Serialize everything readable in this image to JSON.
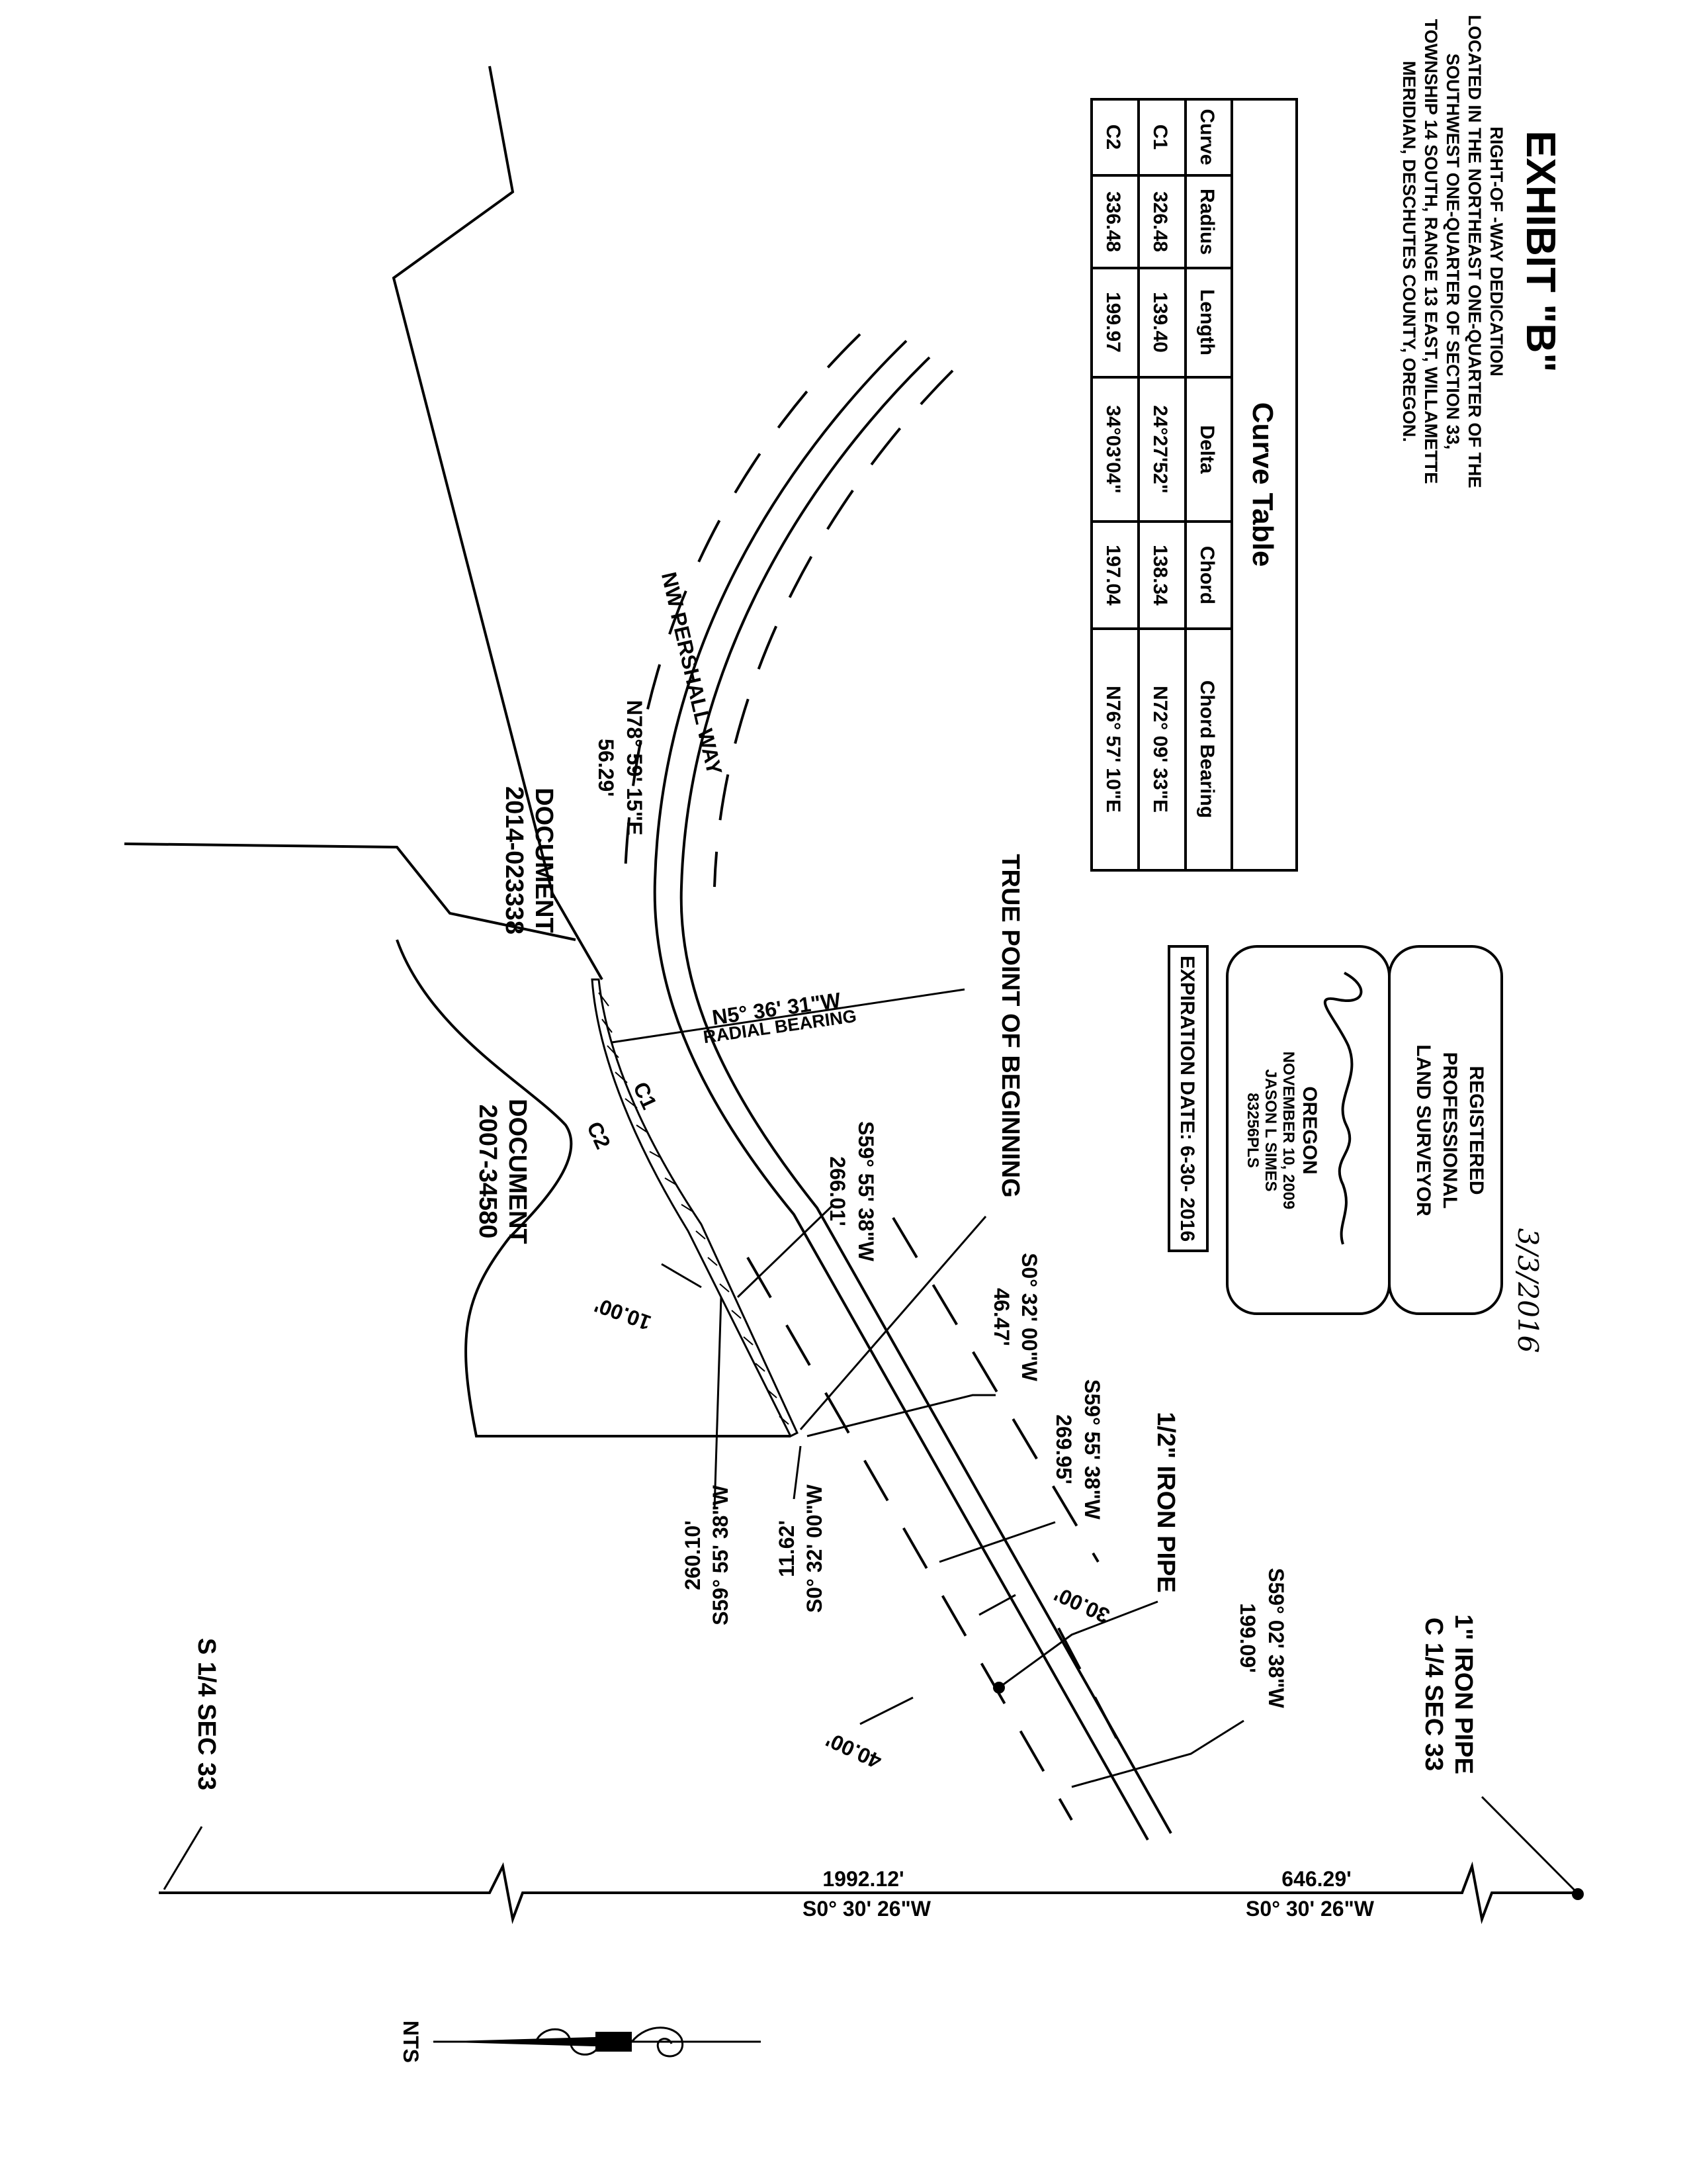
{
  "title": {
    "exhibit": "EXHIBIT \"B\"",
    "lines": [
      "RIGHT-OF -WAY DEDICATION",
      "LOCATED IN THE NORTHEAST ONE-QUARTER OF THE",
      "SOUTHWEST ONE-QUARTER OF SECTION 33,",
      "TOWNSHIP 14 SOUTH, RANGE 13 EAST, WILLAMETTE",
      "MERIDIAN, DESCHUTES COUNTY, OREGON."
    ]
  },
  "curve_table": {
    "title": "Curve Table",
    "headers": [
      "Curve",
      "Radius",
      "Length",
      "Delta",
      "Chord",
      "Chord Bearing"
    ],
    "rows": [
      [
        "C1",
        "326.48",
        "139.40",
        "24°27'52\"",
        "138.34",
        "N72° 09' 33\"E"
      ],
      [
        "C2",
        "336.48",
        "199.97",
        "34°03'04\"",
        "197.04",
        "N76° 57' 10\"E"
      ]
    ]
  },
  "stamp": {
    "lines": [
      "REGISTERED",
      "PROFESSIONAL",
      "LAND SURVEYOR"
    ],
    "state": "OREGON",
    "date": "NOVEMBER 10, 2009",
    "name": "JASON L SIMES",
    "number": "83256PLS",
    "expiration": "EXPIRATION DATE: 6-30- 2016",
    "signed_date": "3/3/2016"
  },
  "labels": {
    "road": "NW PERSHALL WAY",
    "doc1_line1": "DOCUMENT",
    "doc1_line2": "2014-023338",
    "doc2_line1": "DOCUMENT",
    "doc2_line2": "2007-34580",
    "tpob": "TRUE POINT OF BEGINNING",
    "radial_bearing": "N5° 36' 31\"W",
    "radial_caption": "RADIAL BEARING",
    "c1": "C1",
    "c2": "C2",
    "n78_bearing": "N78° 59' 15\"E",
    "n78_dist": "56.29'",
    "s59a_bearing": "S59° 55' 38\"W",
    "s59a_dist": "266.01'",
    "s0a_bearing": "S0° 32' 00\"W",
    "s0a_dist": "46.47'",
    "s59b_bearing": "S59° 55' 38\"W",
    "s59b_dist": "269.95'",
    "half_iron_pipe": "1/2\" IRON PIPE",
    "s59c_bearing": "S59° 02' 38\"W",
    "s59c_dist": "199.09'",
    "s0b_bearing": "S0° 32' 00\"W",
    "s0b_dist": "11.62'",
    "s59d_bearing": "S59° 55' 38\"W",
    "s59d_dist": "260.10'",
    "dim_10": "10.00'",
    "dim_30": "30.00'",
    "dim_40": "40.00'",
    "one_iron_pipe": "1\" IRON PIPE",
    "c_quarter": "C 1/4 SEC 33",
    "s_quarter": "S 1/4 SEC 33",
    "sec_dist_left": "1992.12'",
    "sec_bearing_left": "S0° 30' 26\"W",
    "sec_dist_right": "646.29'",
    "sec_bearing_right": "S0° 30' 26\"W",
    "nts": "NTS"
  }
}
